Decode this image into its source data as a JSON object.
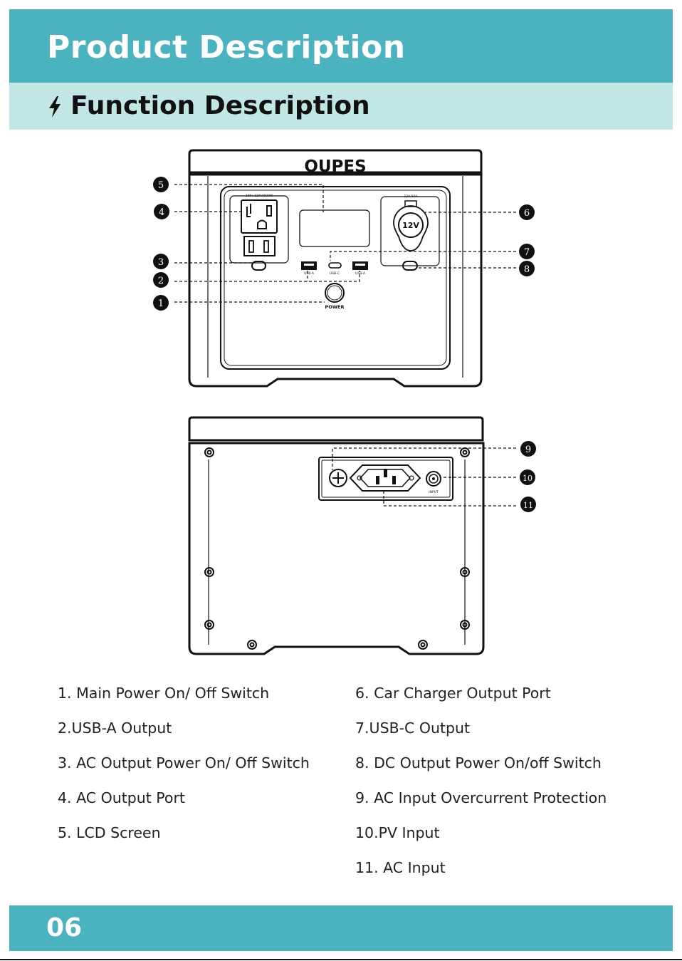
{
  "header": {
    "title": "Product Description",
    "subtitle": "Function Description",
    "subtitle_icon": "lightning-bolt-icon"
  },
  "device": {
    "brand": "OUPES",
    "ac_rating": "100~120V/600W",
    "dc_rating": "12V/10A",
    "car_socket_label": "12V",
    "usb_a_label": "USB-A",
    "usb_c_label": "USB-C",
    "power_label": "POWER",
    "input_label": "INPUT"
  },
  "callouts": [
    "1",
    "2",
    "3",
    "4",
    "5",
    "6",
    "7",
    "8",
    "9",
    "10",
    "11"
  ],
  "features": {
    "left": [
      "1. Main Power On/ Off Switch",
      "2.USB-A Output",
      "3. AC Output Power On/ Off Switch",
      "4. AC Output Port",
      "5. LCD Screen"
    ],
    "right": [
      "6. Car Charger Output Port",
      "7.USB-C Output",
      "8. DC Output Power On/off Switch",
      "9. AC Input Overcurrent Protection",
      "10.PV Input",
      "11. AC Input"
    ]
  },
  "footer": {
    "page_number": "06"
  },
  "colors": {
    "teal": "#4ab3bf",
    "light_teal": "#c1e6e3"
  }
}
